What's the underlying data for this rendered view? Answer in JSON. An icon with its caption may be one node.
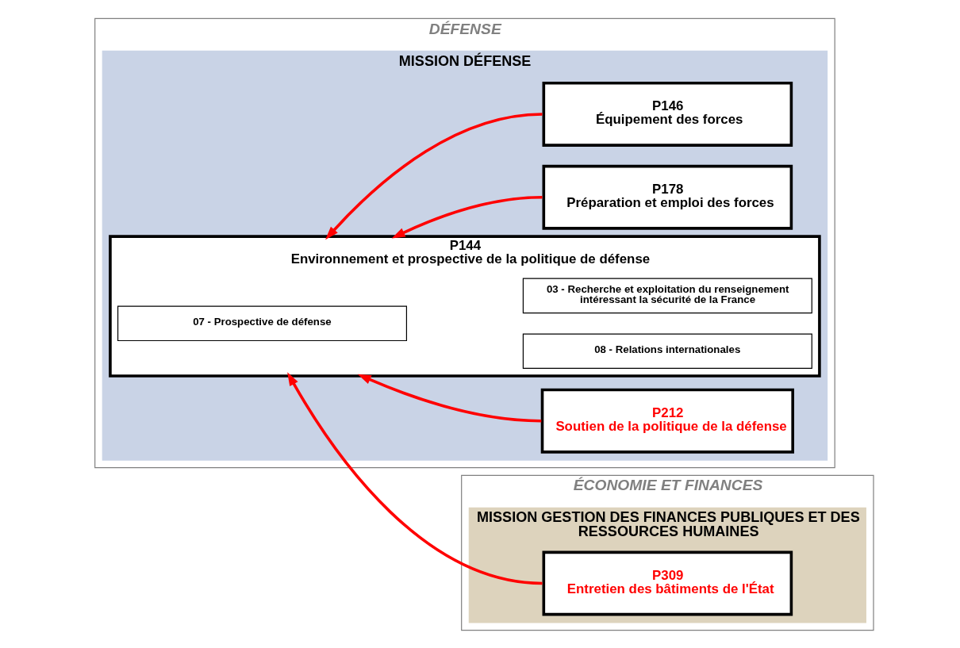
{
  "diagram": {
    "nodes": [
      {
        "text": [
          "DÉFENSE"
        ]
      },
      {
        "text": [
          "MISSION DÉFENSE"
        ],
        "in": 0
      },
      {
        "text": [
          "P144",
          "Environnement et prospective de la politique de défense"
        ],
        "in": 1
      },
      {
        "text": [
          "03 - Recherche et exploitation du renseignement intéressant la sécurité de la France"
        ],
        "in": 2
      },
      {
        "text": [
          "07 - Prospective de défense"
        ],
        "in": 2
      },
      {
        "text": [
          "08 - Relations internationales"
        ],
        "in": 2
      },
      {
        "text": [
          "P146",
          "Équipement des forces"
        ],
        "in": 1
      },
      {
        "text": [
          "P178",
          "Préparation et emploi des forces"
        ],
        "in": 1
      },
      {
        "text": [
          "P212",
          "Soutien de la politique de la défense"
        ],
        "in": 1
      },
      {
        "text": [
          "ÉCONOMIE ET FINANCES"
        ]
      },
      {
        "text": [
          "MISSION GESTION DES FINANCES PUBLIQUES ET DES RESSOURCES HUMAINES"
        ],
        "in": 9
      },
      {
        "text": [
          "P309",
          "Entretien des bâtiments de l'État"
        ],
        "in": 10
      }
    ],
    "edges": [
      {
        "from": 6,
        "to": 2,
        "arrow": "to"
      },
      {
        "from": 7,
        "to": 2,
        "arrow": "to"
      },
      {
        "from": 8,
        "to": 2,
        "arrow": "to"
      },
      {
        "from": 11,
        "to": 2,
        "arrow": "to"
      }
    ]
  }
}
